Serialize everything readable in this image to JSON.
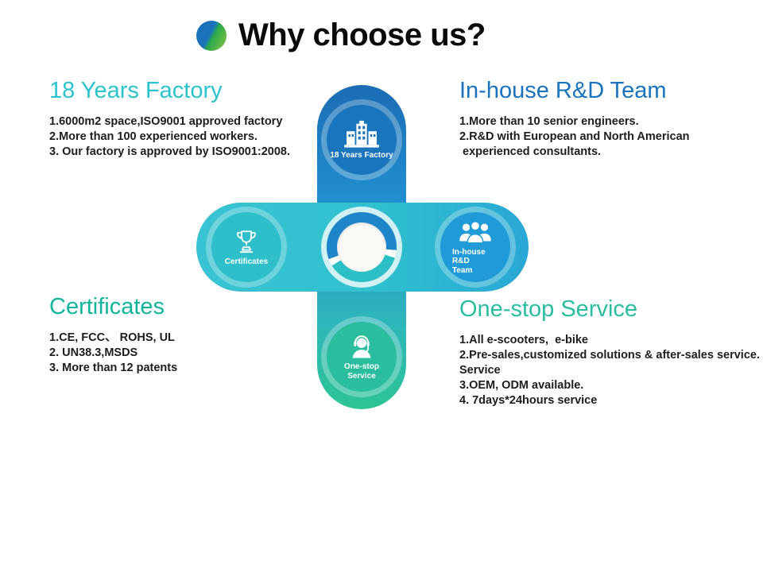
{
  "header": {
    "title": "Why choose us?"
  },
  "sections": {
    "factory": {
      "heading": "18 Years Factory",
      "lines": [
        "1.6000m2 space,ISO9001 approved factory",
        "2.More than 100 experienced workers.",
        "3. Our factory is approved by ISO9001:2008."
      ]
    },
    "rd": {
      "heading": "In-house R&D Team",
      "lines": [
        "1.More than 10 senior engineers.",
        "2.R&D with European and North American",
        " experienced consultants."
      ]
    },
    "certificates": {
      "heading": "Certificates",
      "lines": [
        "1.CE, FCC、 ROHS, UL",
        "2. UN38.3,MSDS",
        "3. More than 12 patents"
      ]
    },
    "service": {
      "heading": "One-stop Service",
      "lines": [
        "1.All e-scooters,  e-bike",
        "2.Pre-sales,customized solutions & after-sales service.",
        "Service",
        "3.OEM, ODM available.",
        "4. 7days*24hours service"
      ]
    }
  },
  "diagram": {
    "top": {
      "label": "18 Years Factory"
    },
    "left": {
      "label": "Certificates"
    },
    "right": {
      "label": "In-house R&D\nTeam"
    },
    "bottom": {
      "label": "One-stop\nService"
    }
  },
  "colors": {
    "factory_heading": "#2cc3cf",
    "rd_heading": "#1a73bd",
    "certificates_heading": "#12b59c",
    "service_heading": "#2abda0",
    "node_top_blue": "#1b75bc",
    "node_left_teal": "#2ebfca",
    "node_right_blue": "#209bd8",
    "node_bottom_green": "#2abd9e"
  }
}
